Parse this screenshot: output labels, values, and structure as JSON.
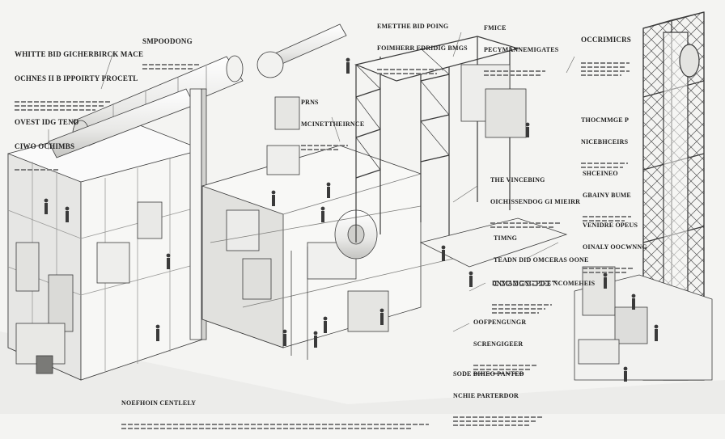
{
  "labels": {
    "top_left_title": [
      "WHITTE BID GICHERBIRCK MACE",
      "OCHNES II B IPPOIRTY PROCETL"
    ],
    "top_center_left": [
      "SMPOODONG"
    ],
    "top_center": [
      "EMETTHE BID POING",
      "FOIMHERR EDRIDIG BMGS"
    ],
    "top_right_center": [
      "FMICE",
      "PECYMANNEMIGATES"
    ],
    "top_right": [
      "OCCRIMICRS"
    ],
    "left_mid": [
      "OVEST IDG TEND",
      "CIWO OCHIMBS"
    ],
    "center_mid": [
      "PRNS",
      "MCINETTHEIRNCE"
    ],
    "right_mid_a": [
      "THOCMMGE P",
      "NICEBHCEIRS"
    ],
    "right_mid_b": [
      "SHCEINEO",
      "GBAINY BUME"
    ],
    "right_mid_c": [
      "THE VINCEBING",
      "OICHISSENDOG GI MIEIRR"
    ],
    "right_mid_d": [
      "VENIDRE OPEUS",
      "OINALY OOCWNNG"
    ],
    "right_mid_e": [
      "TIMNG",
      "TEADN DID OMCERAS OONE"
    ],
    "right_low_a": [
      "DNMAMGNG PIFE NCOMEHEIS"
    ],
    "right_low_b": [
      "OOFPENGUNGR",
      "SCRENGIGEER"
    ],
    "bottom_right": [
      "SODE BHIEO PANTED",
      "NCHIE PARTERDOR"
    ],
    "bottom_left": [
      "NOEFHOIN CENTLELY"
    ]
  },
  "palette": {
    "line": "#3a3a3a",
    "face_light": "#fafafa",
    "face_mid": "#e4e4e2",
    "face_dark": "#c9c9c6",
    "background": "#f4f4f2"
  }
}
